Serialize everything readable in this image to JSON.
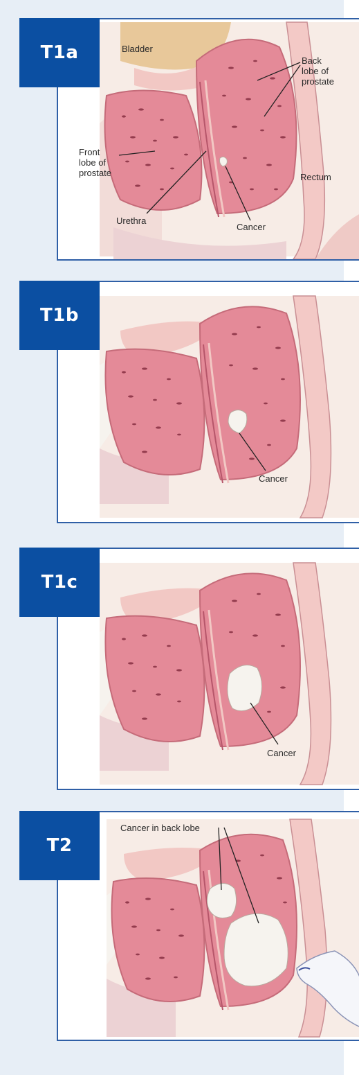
{
  "stages": [
    {
      "tab": "T1a",
      "labels": {
        "bladder": "Bladder",
        "back_lobe_1": "Back",
        "back_lobe_2": "lobe of",
        "back_lobe_3": "prostate",
        "front_lobe_1": "Front",
        "front_lobe_2": "lobe of",
        "front_lobe_3": "prostate",
        "rectum": "Rectum",
        "urethra": "Urethra",
        "cancer": "Cancer"
      }
    },
    {
      "tab": "T1b",
      "labels": {
        "cancer": "Cancer"
      }
    },
    {
      "tab": "T1c",
      "labels": {
        "cancer": "Cancer"
      }
    },
    {
      "tab": "T2",
      "labels": {
        "cancer_back_lobe": "Cancer in back lobe"
      }
    }
  ],
  "colors": {
    "tab_blue": "#0b4fa2",
    "border_blue": "#2f5fa6",
    "background": "#e7eef6",
    "prostate_pink": "#e48a98",
    "tissue_light": "#f2c8c4",
    "bladder_tan": "#e8c89a",
    "tumor_white": "#f6f3ee"
  }
}
